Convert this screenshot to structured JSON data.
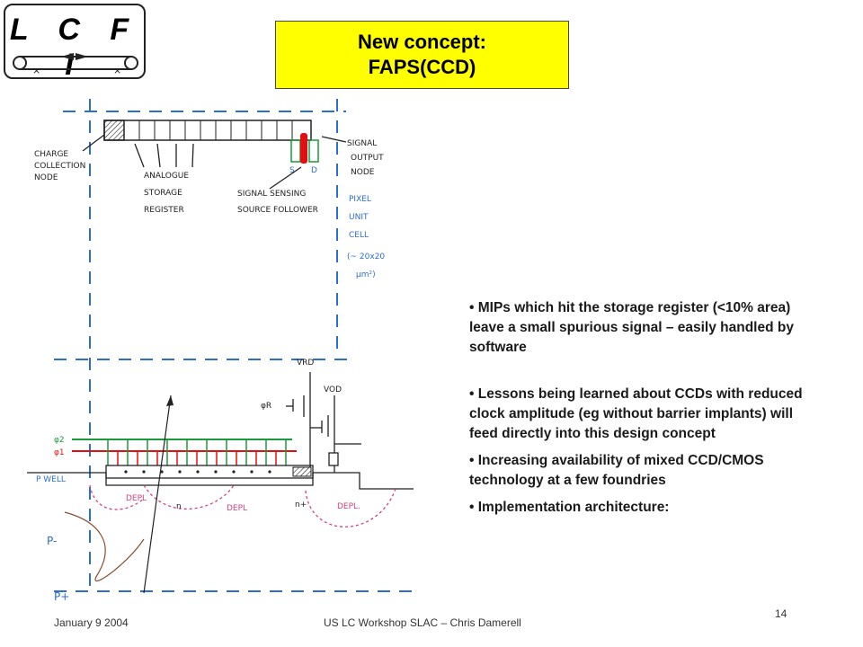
{
  "logo": {
    "text": "L C F I"
  },
  "title": {
    "line1": "New concept:",
    "line2": "FAPS(CCD)"
  },
  "sketch_labels": {
    "charge_collection": [
      "CHARGE",
      "COLLECTION",
      "NODE"
    ],
    "analogue_storage": [
      "ANALOGUE",
      "STORAGE",
      "REGISTER"
    ],
    "signal_sensing": [
      "SIGNAL SENSING",
      "SOURCE FOLLOWER"
    ],
    "signal_output": [
      "SIGNAL",
      "OUTPUT",
      "NODE"
    ],
    "pixel_unit": [
      "PIXEL",
      "UNIT",
      "CELL",
      "(~ 20x20",
      "μm²)"
    ],
    "sd": [
      "S",
      "D"
    ],
    "vrd": "VRD",
    "phi_r": "φR",
    "vod": "VOD",
    "phi2": "φ2",
    "phi1": "φ1",
    "pwell": "P WELL",
    "depl_left": "DEPL",
    "depl_mid": "DEPL",
    "depl_right": "DEPL.",
    "n": "n",
    "nplus": "n+",
    "pminus": "P-",
    "pplus": "P+"
  },
  "bullets": [
    "• MIPs which hit the storage register (<10% area) leave a small spurious signal – easily handled by software",
    "•   Lessons being learned about CCDs with reduced clock amplitude (eg without barrier implants) will feed directly into this design concept",
    "•   Increasing availability of mixed CCD/CMOS technology at a few foundries",
    "•   Implementation architecture:"
  ],
  "footer": {
    "date": "January 9 2004",
    "center": "US LC Workshop SLAC – Chris Damerell",
    "page": "14"
  },
  "colors": {
    "title_bg": "#ffff00",
    "sketch_blue": "#2a6fcf",
    "sketch_red": "#e01010",
    "sketch_green": "#1a9a3a",
    "sketch_pink": "#d04080",
    "sketch_ink": "#222222"
  }
}
